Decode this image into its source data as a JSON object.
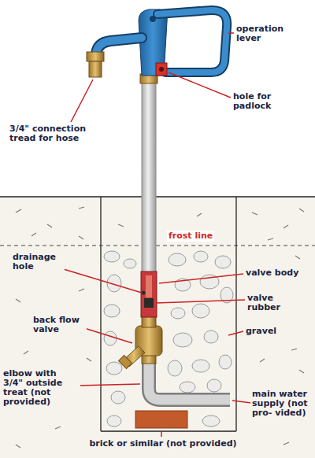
{
  "diagram": {
    "labels": [
      "operation lever",
      "hole for padlock",
      "3/4\" connection tread for hose",
      "frost line",
      "drainage hole",
      "valve body",
      "valve rubber",
      "back flow valve",
      "gravel",
      "elbow with 3/4\" outside treat (not provided)",
      "main water supply (not pro- vided)",
      "brick or similar (not provided)"
    ]
  }
}
